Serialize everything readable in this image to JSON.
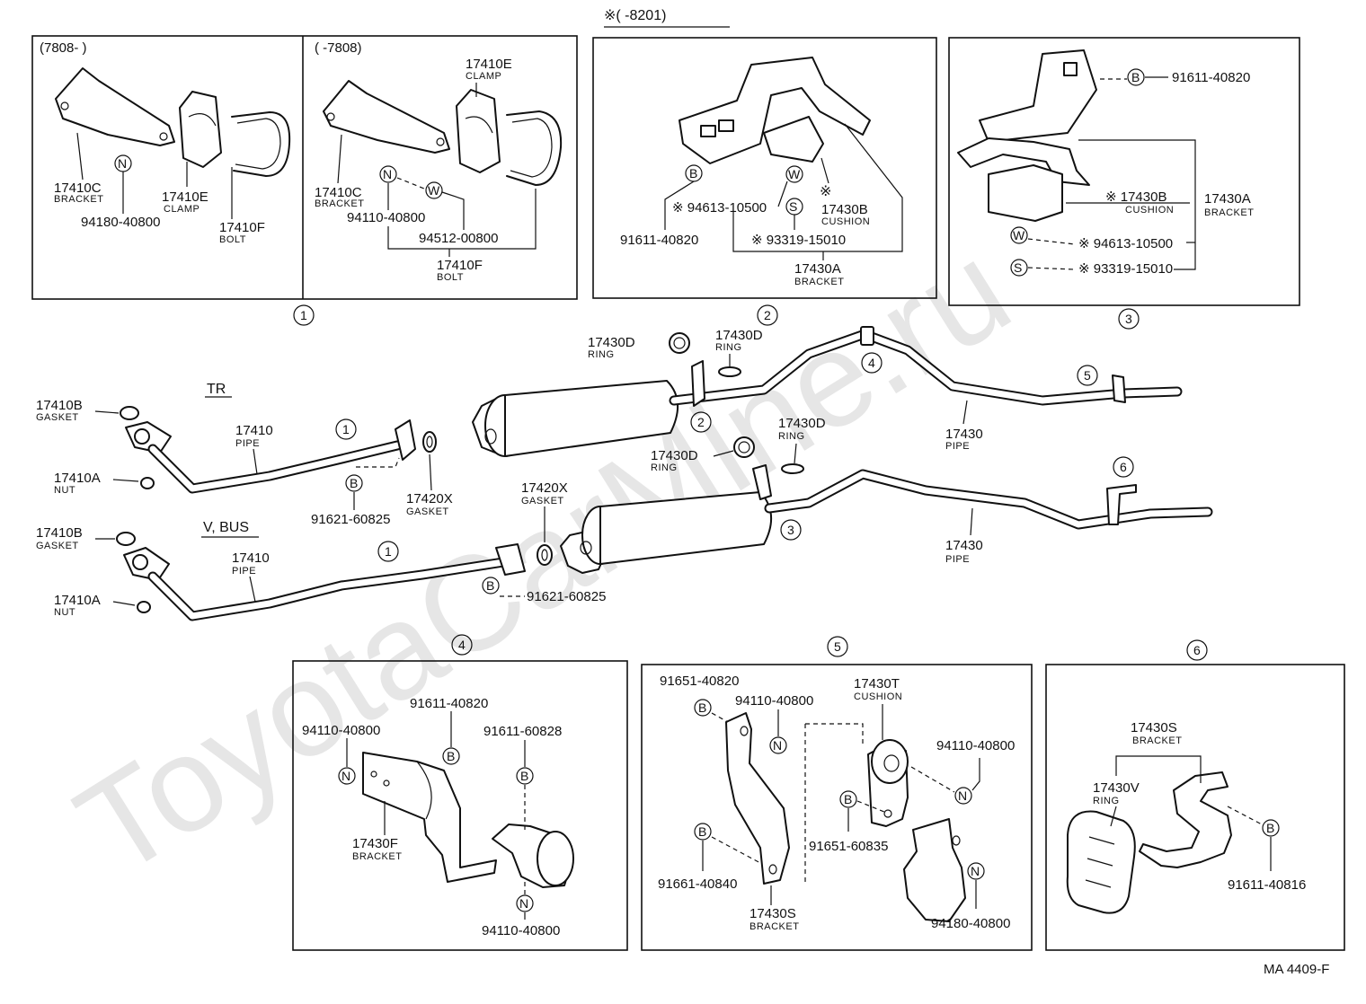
{
  "watermark": "ToyotaCarMine.ru",
  "footer_code": "MA  4409-F",
  "top_note": "※(    -8201)",
  "detail1": {
    "callout": "1",
    "left": {
      "range": "(7808-      )",
      "bracket_pn": "17410C",
      "bracket_lbl": "BRACKET",
      "nut_pn": "94180-40800",
      "clamp_pn": "17410E",
      "clamp_lbl": "CLAMP",
      "bolt_pn": "17410F",
      "bolt_lbl": "BOLT"
    },
    "right": {
      "range": "(      -7808)",
      "clamp_pn": "17410E",
      "clamp_lbl": "CLAMP",
      "bracket_pn": "17410C",
      "bracket_lbl": "BRACKET",
      "nut_pn": "94110-40800",
      "washer_pn": "94512-00800",
      "bolt_pn": "17410F",
      "bolt_lbl": "BOLT"
    }
  },
  "detail2": {
    "callout": "2",
    "bolt_pn": "91611-40820",
    "washer_pn": "※ 94613-10500",
    "spring_pn": "※ 93319-15010",
    "cushion_pn": "17430B",
    "cushion_lbl": "CUSHION",
    "cushion_mark": "※",
    "bracket_pn": "17430A",
    "bracket_lbl": "BRACKET"
  },
  "detail3": {
    "callout": "3",
    "bolt_pn": "91611-40820",
    "cushion_pn": "※ 17430B",
    "cushion_lbl": "CUSHION",
    "bracket_pn": "17430A",
    "bracket_lbl": "BRACKET",
    "washer_pn": "※ 94613-10500",
    "spring_pn": "※ 93319-15010"
  },
  "main": {
    "tr_label": "TR",
    "vbus_label": "V, BUS",
    "gasket_pn": "17410B",
    "gasket_lbl": "GASKET",
    "nut_pn": "17410A",
    "nut_lbl": "NUT",
    "pipe_pn": "17410",
    "pipe_lbl": "PIPE",
    "gasket2_pn": "17420X",
    "gasket2_lbl": "GASKET",
    "bolt_pn": "91621-60825",
    "ring_pn": "17430D",
    "ring_lbl": "RING",
    "tail_pn": "17430",
    "tail_lbl": "PIPE",
    "callouts": [
      "1",
      "2",
      "3",
      "4",
      "5",
      "6"
    ]
  },
  "detail4": {
    "callout": "4",
    "nut_pn": "94110-40800",
    "bolt_pn": "91611-40820",
    "bolt2_pn": "91611-60828",
    "bracket_pn": "17430F",
    "bracket_lbl": "BRACKET",
    "nut2_pn": "94110-40800"
  },
  "detail5": {
    "callout": "5",
    "bolt_pn": "91651-40820",
    "nut_pn": "94110-40800",
    "cushion_pn": "17430T",
    "cushion_lbl": "CUSHION",
    "nut2_pn": "94110-40800",
    "bolt2_pn": "91651-60835",
    "bolt3_pn": "91661-40840",
    "bracket_pn": "17430S",
    "bracket_lbl": "BRACKET",
    "nut3_pn": "94180-40800"
  },
  "detail6": {
    "callout": "6",
    "bracket_pn": "17430S",
    "bracket_lbl": "BRACKET",
    "ring_pn": "17430V",
    "ring_lbl": "RING",
    "bolt_pn": "91611-40816"
  },
  "symbols": {
    "bolt": "B",
    "nut": "N",
    "washer": "W",
    "spring": "S"
  }
}
